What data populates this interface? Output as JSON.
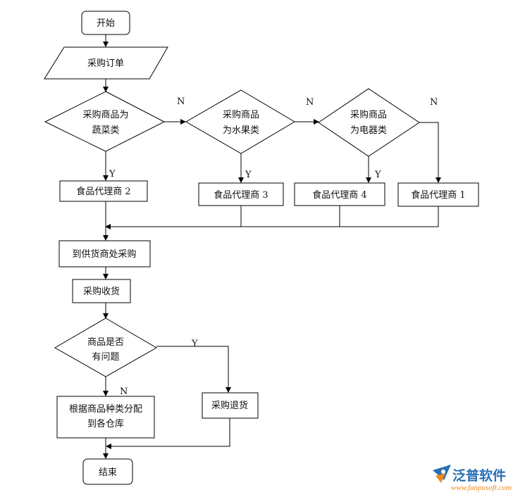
{
  "nodes": {
    "start": "开始",
    "order": "采购订单",
    "d_veg": [
      "采购商品为",
      "蔬菜类"
    ],
    "d_fruit": [
      "采购商品",
      "为水果类"
    ],
    "d_elec": [
      "采购商品",
      "为电器类"
    ],
    "agent2": "食品代理商 2",
    "agent3": "食品代理商 3",
    "agent4": "食品代理商 4",
    "agent1": "食品代理商 1",
    "purchase": "到供货商处采购",
    "receive": "采购收货",
    "d_problem": [
      "商品是否",
      "有问题"
    ],
    "distribute": [
      "根据商品种类分配",
      "到各仓库"
    ],
    "return": "采购退货",
    "end": "结束"
  },
  "labels": {
    "n1": "N",
    "n2": "N",
    "n3": "N",
    "y1": "Y",
    "y2": "Y",
    "y3": "Y",
    "y_problem": "Y",
    "n_problem": "N"
  },
  "logo": {
    "name": "泛普软件",
    "url": "www.fanpusoft.com"
  },
  "colors": {
    "line": "#000000",
    "logo_blue": "#2a6fb5",
    "logo_orange": "#f08a1c"
  }
}
